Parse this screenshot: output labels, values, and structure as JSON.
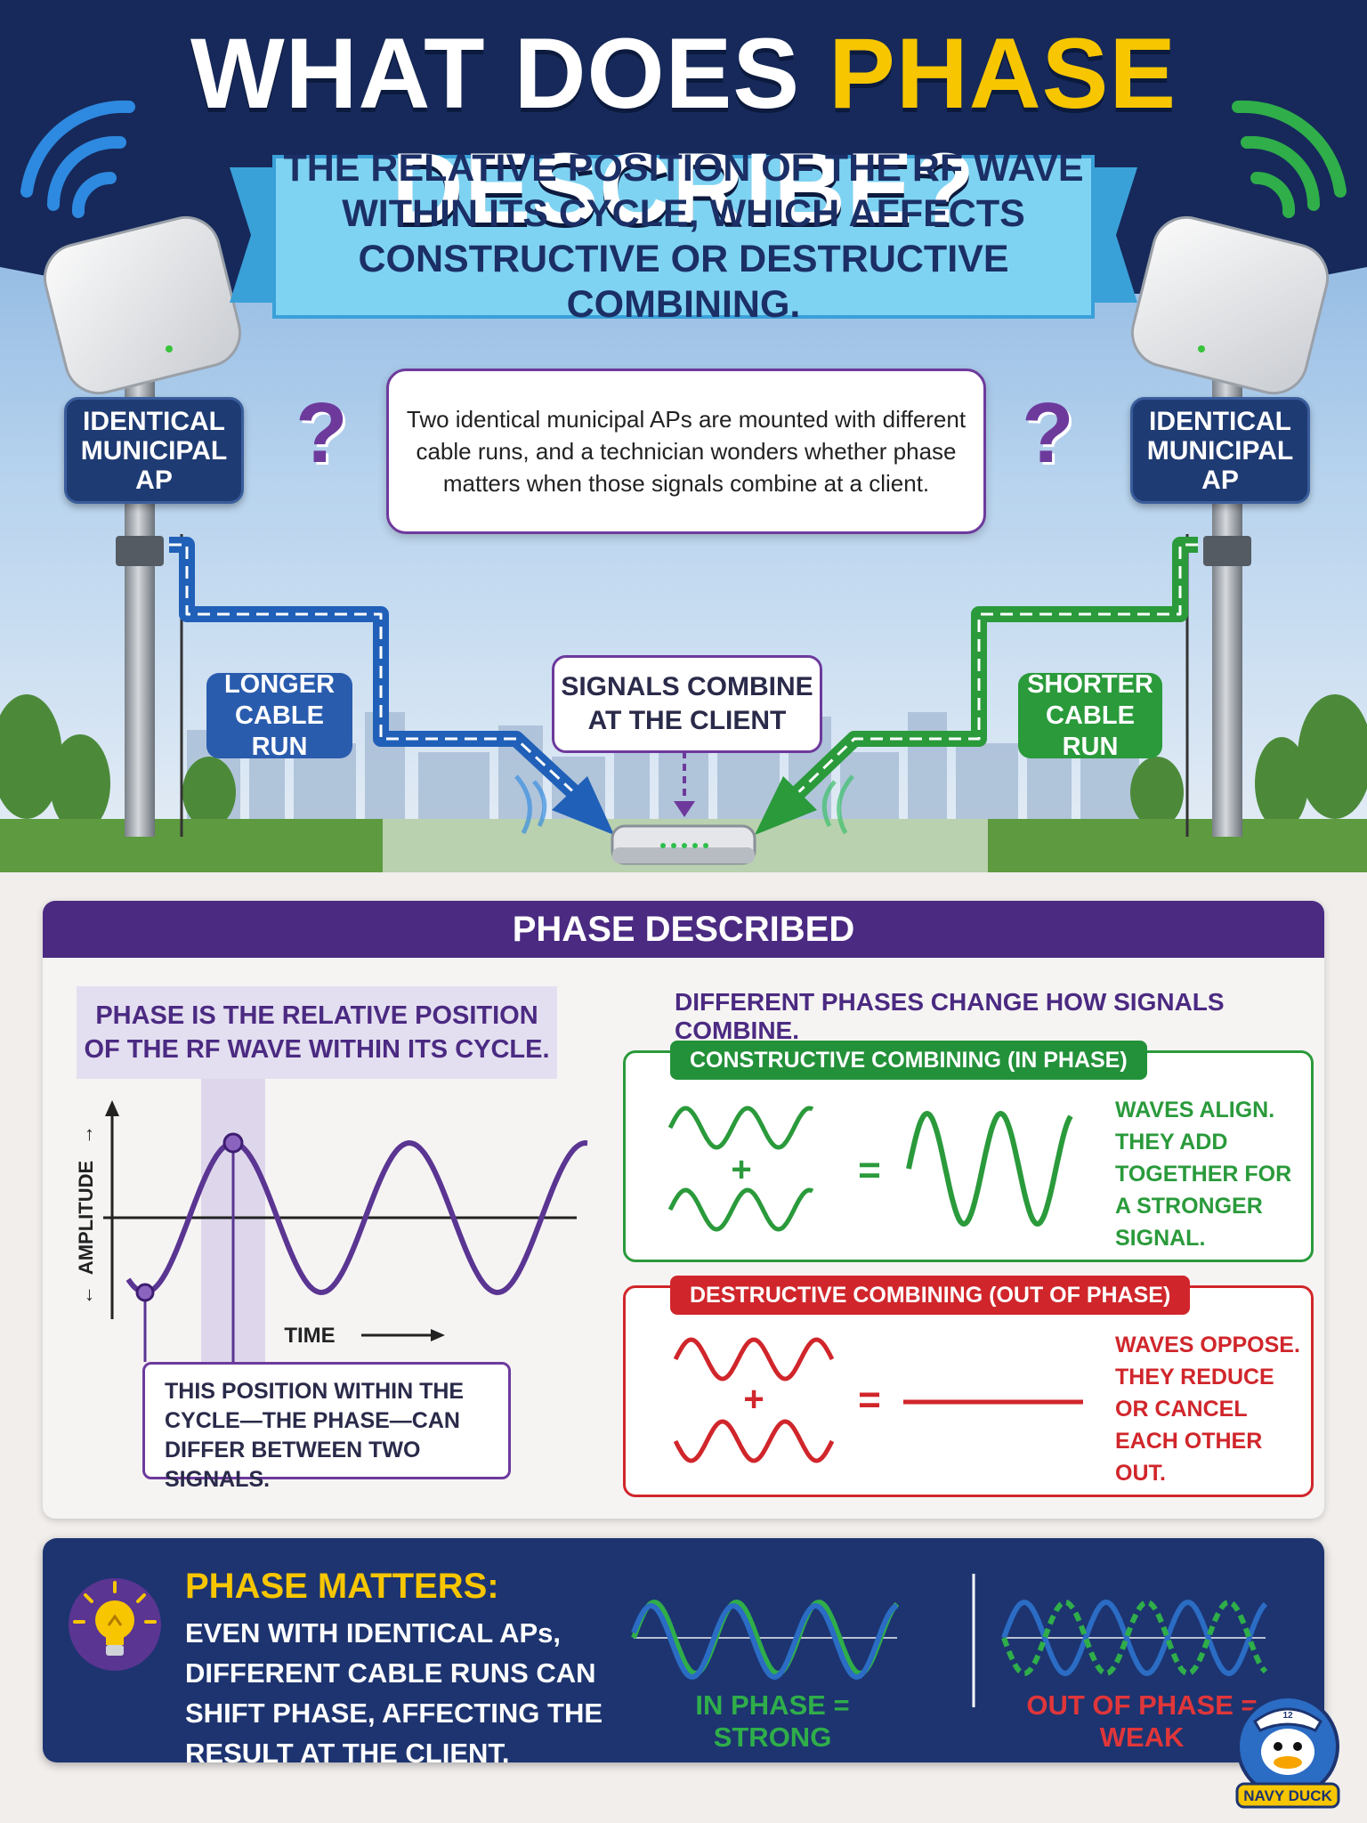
{
  "title": {
    "prefix": "WHAT DOES",
    "highlight": "PHASE",
    "suffix": "DESCRIBE?"
  },
  "answer": "THE RELATIVE POSITION OF THE RF WAVE WITHIN ITS CYCLE, WHICH AFFECTS CONSTRUCTIVE OR DESTRUCTIVE COMBINING.",
  "scenario": "Two identical municipal APs are mounted with different cable runs, and a technician wonders whether phase matters when those signals combine at a client.",
  "ap_label": "IDENTICAL MUNICIPAL AP",
  "question_mark": "?",
  "cable": {
    "left": "LONGER CABLE RUN",
    "right": "SHORTER CABLE RUN"
  },
  "combine_label": "SIGNALS COMBINE AT THE CLIENT",
  "panel": {
    "heading": "PHASE DESCRIBED",
    "definition": "PHASE IS THE RELATIVE POSITION OF THE RF WAVE WITHIN ITS CYCLE.",
    "axis_amplitude": "AMPLITUDE",
    "axis_time": "TIME",
    "note": "THIS POSITION WITHIN THE CYCLE—THE PHASE—CAN DIFFER BETWEEN TWO SIGNALS.",
    "different": "DIFFERENT PHASES CHANGE HOW SIGNALS COMBINE.",
    "constructive": {
      "tag": "CONSTRUCTIVE COMBINING (IN PHASE)",
      "desc": "WAVES ALIGN. THEY ADD TOGETHER FOR A STRONGER SIGNAL."
    },
    "destructive": {
      "tag": "DESTRUCTIVE COMBINING (OUT OF PHASE)",
      "desc": "WAVES OPPOSE. THEY REDUCE OR CANCEL EACH OTHER OUT."
    },
    "plus": "+",
    "equals": "="
  },
  "bottom": {
    "title": "PHASE MATTERS:",
    "text": "EVEN WITH IDENTICAL APs, DIFFERENT CABLE RUNS CAN SHIFT PHASE, AFFECTING THE RESULT AT THE CLIENT.",
    "in_phase": "IN PHASE = STRONG",
    "out_phase": "OUT OF PHASE = WEAK"
  },
  "brand": {
    "name": "NAVY DUCK",
    "cap_badge": "12"
  },
  "colors": {
    "navy": "#1d3470",
    "yellow": "#f7c600",
    "purple": "#4b2a82",
    "green": "#23913a",
    "red": "#d0262b",
    "blue": "#2b6cc4"
  }
}
